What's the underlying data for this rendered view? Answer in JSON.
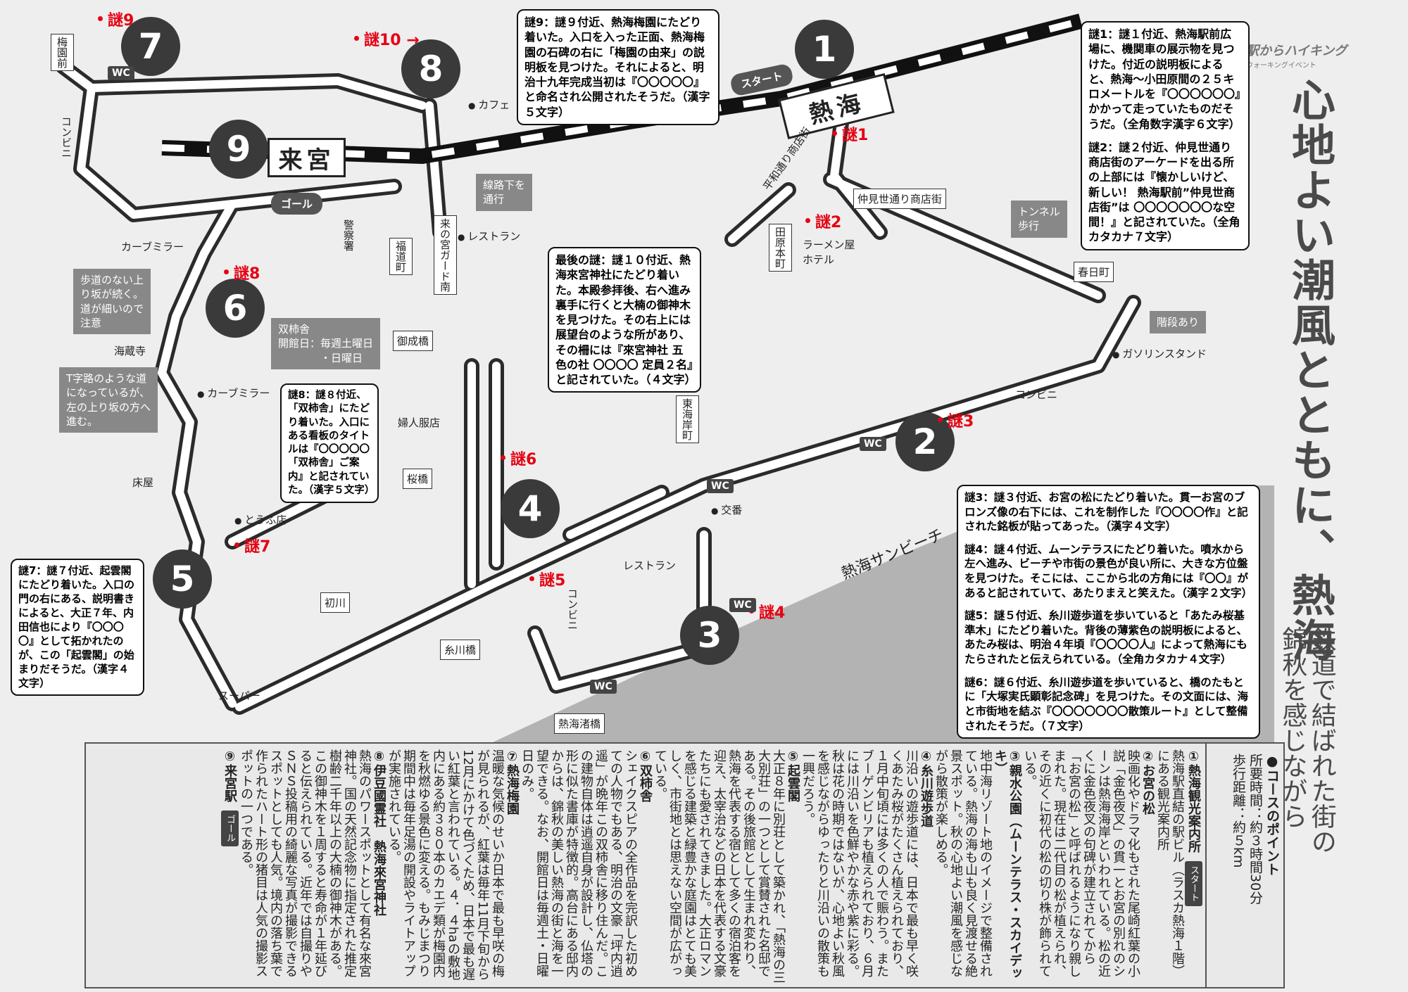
{
  "header": {
    "logo_main": "駅からハイキング",
    "logo_sub": "ウォーキングイベント",
    "title": "心地よい潮風とともに、熱海",
    "subtitle_lines": [
      "鉄道で結ばれた街の",
      "錦秋を感じながら"
    ]
  },
  "map": {
    "stations": {
      "atami": "熱海",
      "kinomiya": "来宮"
    },
    "start": "スタート",
    "goal": "ゴール",
    "points": [
      "1",
      "2",
      "3",
      "4",
      "5",
      "6",
      "7",
      "8",
      "9"
    ],
    "riddle_markers": {
      "r1": "謎1",
      "r2": "謎2",
      "r3": "謎3",
      "r4": "謎4",
      "r5": "謎5",
      "r6": "謎6",
      "r7": "謎7",
      "r8": "謎8",
      "r9": "謎9",
      "r10": "謎10 →"
    },
    "wc": "WC",
    "labels": {
      "cafe": "カフェ",
      "konbini_nw": "コンビニ",
      "baienmae": "梅園前",
      "heiwa": "平和通り商店街",
      "nakamise": "仲見世通り商店街",
      "tawaramoto": "田原本町",
      "ramen_hotel": "ラーメン屋\nホテル",
      "kasugacho": "春日町",
      "gas": "ガソリンスタンド",
      "konbini_e": "コンビニ",
      "higashikaigan": "東海岸町",
      "koban": "交番",
      "sunbeach": "熱海サンビーチ",
      "restaurant_s": "レストラン",
      "konbini_s": "コンビニ",
      "nagisabashi": "熱海渚橋",
      "itokawabashi": "糸川橋",
      "hatsukawa": "初川",
      "super": "スーパー",
      "tokoya": "床屋",
      "tofu": "とうふ店",
      "curve_mirror_1": "カーブミラー",
      "kaizoji": "海蔵寺",
      "curve_mirror_2": "カーブミラー",
      "fujinfuku": "婦人服店",
      "sakurabashi": "桜橋",
      "onaribashi": "御成橋",
      "keisatsu": "警察署",
      "fukumichi": "福道町",
      "kinomiya_guard": "来の宮ガード南",
      "restaurant_n": "レストラン"
    },
    "callouts": {
      "tunnel": "トンネル\n歩行",
      "stairs": "階段あり",
      "underpass": "線路下を\n通行",
      "slope": "歩道のない上\nり坂が続く。\n道が細いので\n注意",
      "tjunction": "T字路のような道\nになっているが、\n左の上り坂の方へ\n進む。",
      "soshisha": "双柿舎\n開館日：毎週土曜日\n　　　　・日曜日"
    }
  },
  "riddles": {
    "r9": "謎9：謎９付近、熱海梅園にたどり着いた。入口を入った正面、熱海梅園の石碑の右に「梅園の由来」の説明板を見つけた。それによると、明治十九年完成当初は『〇〇〇〇〇』と命名され公開されたそうだ。（漢字５文字）",
    "r1": "謎1：謎１付近、熱海駅前広場に、機関車の展示物を見つけた。付近の説明板によると、熱海～小田原間の２５キロメートルを『〇〇〇〇〇〇』かかって走っていたものだそうだ。（全角数字漢字６文字）",
    "r2": "謎2：謎２付近、仲見世通り商店街のアーケードを出る所の上部には『懐かしいけど、新しい！ 熱海駅前”仲見世商店街”は 〇〇〇〇〇〇〇な空間！』と記されていた。（全角カタカナ７文字）",
    "r10": "最後の謎：謎１０付近、熱海來宮神社にたどり着いた。本殿参拝後、右へ進み裏手に行くと大楠の御神木を見つけた。その右上には展望台のような所があり、その柵には『來宮神社 五色の社 〇〇〇〇 定員２名』と記されていた。（４文字）",
    "r8": "謎8：謎８付近、「双柿舎」にたどり着いた。入口にある看板のタイトルは『〇〇〇〇〇「双柿舎」ご案内』と記されていた。（漢字５文字）",
    "r7": "謎7：謎７付近、起雲閣にたどり着いた。入口の門の右にある、説明書きによると、大正７年、内田信也により『〇〇〇〇』として拓かれたのが、この「起雲閣」の始まりだそうだ。（漢字４文字）",
    "r3": "謎3：謎３付近、お宮の松にたどり着いた。貫一お宮のブロンズ像の右下には、これを制作した『〇〇〇〇作』と記された銘板が貼ってあった。（漢字４文字）",
    "r4": "謎4：謎４付近、ムーンテラスにたどり着いた。噴水から左へ進み、ビーチや市街の景色が良い所に、大きな方位盤を見つけた。そこには、ここから北の方角には『〇〇』があると記されていて、あたりまえと笑えた。（漢字２文字）",
    "r5": "謎5：謎５付近、糸川遊歩道を歩いていると「あたみ桜基準木」にたどり着いた。背後の薄紫色の説明板によると、あたみ桜は、明治４年頃『〇〇〇〇人』によって熱海にもたらされたと伝えられている。（全角カタカナ４文字）",
    "r6": "謎6：謎６付近、糸川遊歩道を歩いていると、橋のたもとに「大塚実氏顕彰記念碑」を見つけた。その文面には、海と市街地を結ぶ『〇〇〇〇〇〇〇散策ルート』として整備されたそうだ。（７文字）"
  },
  "course": {
    "heading": "●コースのポイント",
    "time": "所要時間：約３時間30分",
    "distance": "歩行距離：約５km",
    "items": [
      {
        "title": "①熱海観光案内所",
        "tag": "スタート",
        "body": "熱海駅直結の駅ビル（ラスカ熱海１階）にある観光案内所"
      },
      {
        "title": "②お宮の松",
        "body": "映画化やドラマ化もされた尾崎紅葉の小説「金色夜叉」の貫一とお宮の別れのシーンは熱海海岸といわれている。松の近くに金色夜叉の句碑が建立されてから「お宮の松」と呼ばれるようになり親しまれた。現在は二代目の松が植えられ、その近くに初代の松の切り株が飾られている。"
      },
      {
        "title": "③親水公園（ムーンテラス・スカイデッキ）",
        "body": "地中海リゾート地のイメージで整備されている。熱海の海も山も良く見渡せる絶景スポット。秋の心地よい潮風を感じながら散策が楽しめる。"
      },
      {
        "title": "④糸川遊歩道",
        "body": "川沿いの遊歩道には、日本で最も早く咲くあたみ桜がたくさん植えられており、１月中旬頃には多くの人で賑わう。またブーゲンビリアも植えられており、６月には川沿いを色鮮やかな赤や紫に彩る。秋は花の時期ではないが、心地よい秋風を感じながらゆったりと川沿いの散策も一興だろう。"
      },
      {
        "title": "⑤起雲閣",
        "body": "大正８年に別荘として築かれ、「熱海の三大別荘」の一つとして賞賛された名邸である。その後旅館として生まれ変わり、熱海を代表する宿として多くの宿泊客を迎え、太宰治などの日本を代表する文豪たちにも愛されてきました。大正ロマンを感じる建築と緑豊かな庭園はとても美しく、市街地とは思えない空間が広がっている。"
      },
      {
        "title": "⑥双柿舎",
        "body": "シェイクスピアの全作品を完訳した初めての人物でもある、明治の文豪「坪内逍遥」が晩年この双柿舎に移り住んだ。この建物自体は逍遥自身が設計し、仏塔の形に似た書庫が特徴的。高台にある邸内からは、錦秋の美しい熱海の街と海を一望できる。なお、開館日は毎週土・日曜日のみ。"
      },
      {
        "title": "⑦熱海梅園",
        "body": "温暖な気候のせいか日本で最も早咲の梅が見られるが、紅葉は毎年11月下旬から12月にかけて色づくため、日本で最も遅い紅葉と言われている。４．４haの敷地内にある約３８０本のカエデ類が梅園内を秋燃ゆる景色に変える。もみじまつり期間中は毎年足湯の開設やライトアップが実施されている。"
      },
      {
        "title": "⑧伊豆國霊社　熱海來宮神社",
        "body": "熱海のパワースポットとして有名な來宮神社。国の天然記念物に指定された推定樹齢二千年以上の大楠の御神木がある。この御神木を１周すると寿命が１年延びると伝えられている。近年では自撮りやＳＮＳ投稿用の綺麗な写真が撮影できるスポットとしても人気。境内の落ち葉で作られたハート形の猪目は人気の撮影スポットの一つである。"
      },
      {
        "title": "⑨来宮駅",
        "tag": "ゴール"
      }
    ]
  }
}
